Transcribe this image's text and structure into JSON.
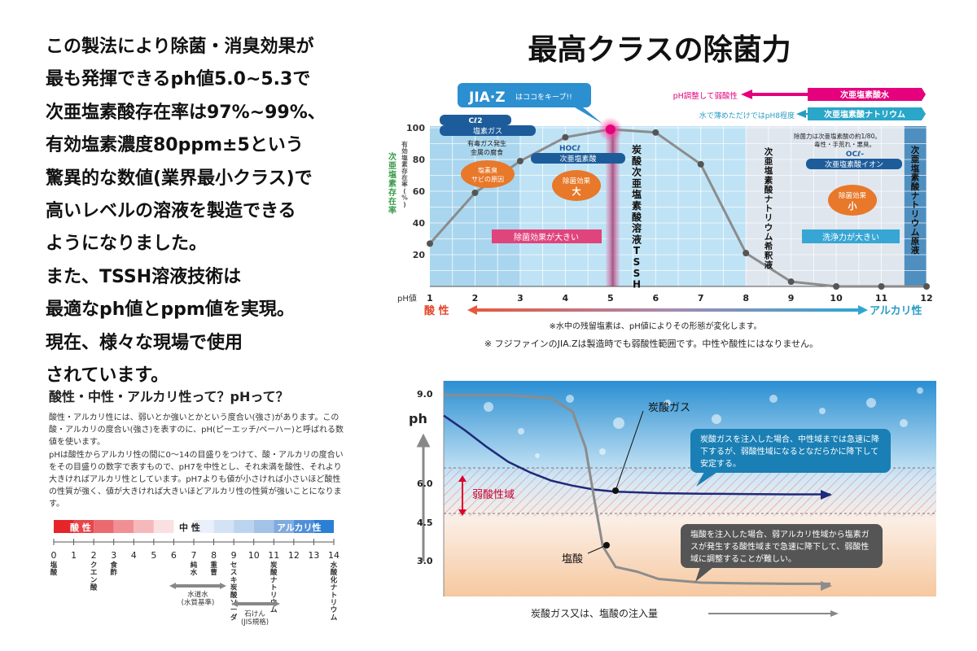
{
  "intro": {
    "lines": [
      "この製法により除菌・消臭効果が",
      "最も発揮できるph値5.0~5.3で",
      "次亜塩素酸存在率は97%~99%、",
      "有効塩素濃度80ppm±5という",
      "驚異的な数値(業界最小クラス)で",
      "高いレベルの溶液を製造できる",
      "ようになりました。",
      "また、TSSH溶液技術は",
      "最適なph値とppm値を実現。",
      "現在、様々な現場で使用",
      "されています。"
    ]
  },
  "main_title": "最高クラスの除菌力",
  "explain": {
    "title": "酸性・中性・アルカリ性って？pHって？",
    "paragraphs": [
      "酸性・アルカリ性には、弱いとか強いとかという度合い(強さ)があります。この酸・アルカリの度合い(強さ)を表すのに、pH(ピーエッチ/ペーハー)と呼ばれる数値を使います。",
      "pHは酸性からアルカリ性の間に0〜14の目盛りをつけて、酸・アルカリの度合いをその目盛りの数字で表すもので、pH7を中性とし、それ未満を酸性、それより大きければアルカリ性としています。pH7よりも値が小さければ小さいほど酸性の性質が強く、値が大きければ大きいほどアルカリ性の性質が強いことになります。"
    ]
  },
  "colors": {
    "chart_bg": "#bfe3f5",
    "tssh_band": "#a8457c",
    "pill_blue": "#1d5c9a",
    "teal_arrow": "#2aa6c8",
    "magenta": "#e5007e",
    "orange_bubble": "#e8782a",
    "dark_navy": "#1a1a6e",
    "gray_curve": "#8c8c8c",
    "acid_red": "#e5252a",
    "alkali_blue": "#2b8dd6"
  },
  "chart_data": [
    {
      "type": "line",
      "title": "",
      "xlabel": "pH値",
      "ylabel": "次亜塩素存在率",
      "ylabel_sub": "有効塩素存在率(%)",
      "x_ticks": [
        "1",
        "2",
        "3",
        "4",
        "5",
        "6",
        "7",
        "8",
        "9",
        "10",
        "11",
        "12"
      ],
      "y_ticks": [
        "20",
        "40",
        "60",
        "80",
        "100"
      ],
      "xlim": [
        1,
        12
      ],
      "ylim": [
        0,
        100
      ],
      "grid": true,
      "series": [
        {
          "name": "HOCℓ",
          "x": [
            1,
            2,
            3,
            4,
            5,
            6,
            7,
            8,
            9,
            10,
            11,
            12
          ],
          "y": [
            27,
            59,
            79,
            94,
            99,
            97,
            77,
            21,
            3,
            0,
            0,
            0
          ]
        }
      ],
      "labels": {
        "cl2_pill": "Cℓ2",
        "cl2_name": "塩素ガス",
        "cl2_note1": "有毒ガス発生",
        "cl2_note2": "金属の腐食",
        "bubble_left_1": "塩素臭",
        "bubble_left_2": "サビの原因",
        "hocl_formula": "HOCℓ",
        "hocl_name": "次亜塩素酸",
        "bubble_mid_1": "除菌効果",
        "bubble_mid_2": "大",
        "tssh_label": "炭酸次亜塩素酸溶液TSSH",
        "naocl_dilute": "次亜塩素酸ナトリウム希釈液",
        "ocl_formula": "OCℓ-",
        "ocl_name": "次亜塩素酸イオン",
        "bubble_right_1": "除菌効果",
        "bubble_right_2": "小",
        "naocl_raw": "次亜塩素酸ナトリウム原液",
        "note_strength_1": "除菌力は次亜塩素酸の約1/80。",
        "note_strength_2": "毒性・手荒れ・悪臭。",
        "band_left": "除菌効果が大きい",
        "band_right": "洗浄力が大きい",
        "jiaz": "JIA·Z",
        "jiaz_keep": "はココをキープ!!",
        "legend_top_1_note": "pH調整して弱酸性",
        "legend_top_1_name": "次亜塩素酸水",
        "legend_top_2_note": "水で薄めただけではpH8程度",
        "legend_top_2_name": "次亜塩素酸ナトリウム",
        "acid": "酸 性",
        "alkali": "アルカリ性",
        "footnote_1": "※水中の残留塩素は、pH値によりその形態が変化します。",
        "footnote_2": "※ フジファインのJIA.Zは製造時でも弱酸性範囲です。中性や酸性にはなりません。"
      }
    },
    {
      "type": "line",
      "title": "",
      "xlabel": "炭酸ガス又は、塩酸の注入量",
      "ylabel": "ph",
      "y_ticks": [
        "9.0",
        "6.0",
        "4.5",
        "3.0"
      ],
      "ylim": [
        2,
        9.6
      ],
      "series": [
        {
          "name": "炭酸ガス",
          "x": [
            0,
            0.05,
            0.1,
            0.15,
            0.2,
            0.25,
            0.3,
            0.35,
            0.4,
            0.5,
            0.6,
            0.7,
            0.8,
            0.9
          ],
          "y": [
            8.6,
            8.1,
            7.55,
            7.05,
            6.7,
            6.42,
            6.25,
            6.12,
            6.05,
            6.0,
            5.98,
            5.97,
            5.96,
            5.96
          ]
        },
        {
          "name": "塩酸",
          "x": [
            0,
            0.15,
            0.25,
            0.3,
            0.33,
            0.35,
            0.37,
            0.4,
            0.45,
            0.5,
            0.6,
            0.7,
            0.8,
            0.9
          ],
          "y": [
            8.95,
            8.95,
            8.85,
            8.4,
            7.2,
            5.5,
            3.9,
            3.2,
            2.7,
            2.5,
            2.4,
            2.38,
            2.37,
            2.37
          ]
        }
      ],
      "weak_acid_zone": [
        4.9,
        6.3
      ],
      "weak_acid_label": "弱酸性域",
      "callout_co2": "炭酸ガスを注入した場合、中性域までは急速に降下するが、弱酸性域になるとなだらかに降下して安定する。",
      "callout_hcl": "塩酸を注入した場合、弱アルカリ性域から塩素ガスが発生する酸性域まで急速に降下して、弱酸性域に調整することが難しい。"
    },
    {
      "type": "bar",
      "title": "",
      "categories": [
        "0",
        "1",
        "2",
        "3",
        "4",
        "5",
        "6",
        "7",
        "8",
        "9",
        "10",
        "11",
        "12",
        "13",
        "14"
      ],
      "acid_label": "酸 性",
      "neutral_label": "中 性",
      "alkali_label": "アルカリ性",
      "examples": [
        {
          "ph": "0",
          "label": "塩酸"
        },
        {
          "ph": "2",
          "label": "クエン酸"
        },
        {
          "ph": "3",
          "label": "食酢"
        },
        {
          "ph": "7",
          "label": "純水"
        },
        {
          "ph": "8",
          "label": "重曹"
        },
        {
          "ph": "9",
          "label": "セスキ炭酸ソーダ"
        },
        {
          "ph": "11",
          "label": "炭酸ナトリウム"
        },
        {
          "ph": "14",
          "label": "水酸化ナトリウム"
        }
      ],
      "range_water": "水道水",
      "range_water_sub": "(水質基準)",
      "range_soap": "石けん",
      "range_soap_sub": "(JIS規格)"
    }
  ]
}
